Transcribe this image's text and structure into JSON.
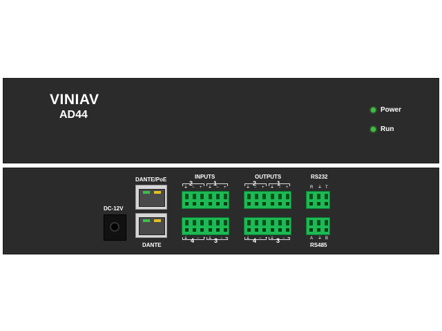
{
  "front": {
    "brand": "VINIAV",
    "model": "AD44",
    "leds": [
      {
        "label": "Power",
        "color": "#3fbf3f"
      },
      {
        "label": "Run",
        "color": "#3fbf3f"
      }
    ]
  },
  "rear": {
    "dc_label": "DC-12V",
    "dante_poe_label": "DANTE/PoE",
    "dante_label": "DANTE",
    "inputs_label": "INPUTS",
    "outputs_label": "OUTPUTS",
    "rs232_label": "RS232",
    "rs485_label": "RS485",
    "channels_top": [
      "2",
      "1"
    ],
    "channels_bottom": [
      "4",
      "3"
    ],
    "audio_pins": [
      "⏚",
      "−",
      "+",
      "⏚",
      "−",
      "+"
    ],
    "serial_pins_top": [
      "R",
      "⏚",
      "T"
    ],
    "serial_pins_bottom": [
      "A",
      "⏚",
      "B"
    ]
  },
  "colors": {
    "panel": "#2b2b2b",
    "terminal_green": "#1db954",
    "led_green": "#3fbf3f"
  }
}
